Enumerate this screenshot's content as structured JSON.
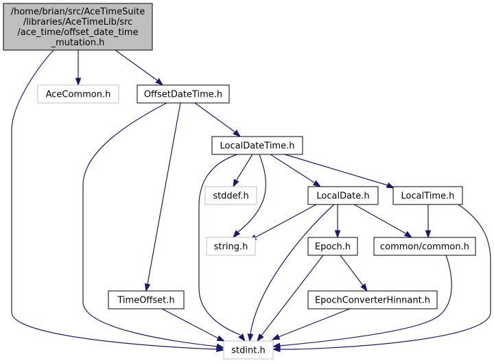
{
  "graph": {
    "colors": {
      "edge": "#191970",
      "root_fill": "#bfbfbf",
      "node_border": "#000000",
      "external_border": "#bfbfbf"
    },
    "nodes": [
      {
        "id": "root",
        "kind": "root",
        "lines": [
          "/home/brian/src/AceTimeSuite",
          "/libraries/AceTimeLib/src",
          "/ace_time/offset_date_time",
          "_mutation.h"
        ]
      },
      {
        "id": "acecommon",
        "kind": "external",
        "lines": [
          "AceCommon.h"
        ]
      },
      {
        "id": "offsetdatetime",
        "kind": "normal",
        "lines": [
          "OffsetDateTime.h"
        ]
      },
      {
        "id": "localdatetime",
        "kind": "normal",
        "lines": [
          "LocalDateTime.h"
        ]
      },
      {
        "id": "stddef",
        "kind": "external",
        "lines": [
          "stddef.h"
        ]
      },
      {
        "id": "localdate",
        "kind": "normal",
        "lines": [
          "LocalDate.h"
        ]
      },
      {
        "id": "localtime",
        "kind": "normal",
        "lines": [
          "LocalTime.h"
        ]
      },
      {
        "id": "string",
        "kind": "external",
        "lines": [
          "string.h"
        ]
      },
      {
        "id": "epoch",
        "kind": "normal",
        "lines": [
          "Epoch.h"
        ]
      },
      {
        "id": "common",
        "kind": "normal",
        "lines": [
          "common/common.h"
        ]
      },
      {
        "id": "timeoffset",
        "kind": "normal",
        "lines": [
          "TimeOffset.h"
        ]
      },
      {
        "id": "epochconverter",
        "kind": "normal",
        "lines": [
          "EpochConverterHinnant.h"
        ]
      },
      {
        "id": "stdint",
        "kind": "external",
        "lines": [
          "stdint.h"
        ]
      }
    ],
    "edges": [
      {
        "from": "root",
        "to": "stdint"
      },
      {
        "from": "root",
        "to": "acecommon"
      },
      {
        "from": "root",
        "to": "offsetdatetime"
      },
      {
        "from": "offsetdatetime",
        "to": "localdatetime"
      },
      {
        "from": "offsetdatetime",
        "to": "stdint"
      },
      {
        "from": "offsetdatetime",
        "to": "timeoffset"
      },
      {
        "from": "localdatetime",
        "to": "stdint"
      },
      {
        "from": "localdatetime",
        "to": "stddef"
      },
      {
        "from": "localdatetime",
        "to": "string"
      },
      {
        "from": "localdatetime",
        "to": "localdate"
      },
      {
        "from": "localdatetime",
        "to": "localtime"
      },
      {
        "from": "localdate",
        "to": "string"
      },
      {
        "from": "localdate",
        "to": "stdint"
      },
      {
        "from": "localdate",
        "to": "epoch"
      },
      {
        "from": "localdate",
        "to": "common"
      },
      {
        "from": "localtime",
        "to": "common"
      },
      {
        "from": "localtime",
        "to": "stdint"
      },
      {
        "from": "epoch",
        "to": "epochconverter"
      },
      {
        "from": "epoch",
        "to": "stdint"
      },
      {
        "from": "common",
        "to": "stdint"
      },
      {
        "from": "timeoffset",
        "to": "stdint"
      },
      {
        "from": "epochconverter",
        "to": "stdint"
      }
    ]
  }
}
